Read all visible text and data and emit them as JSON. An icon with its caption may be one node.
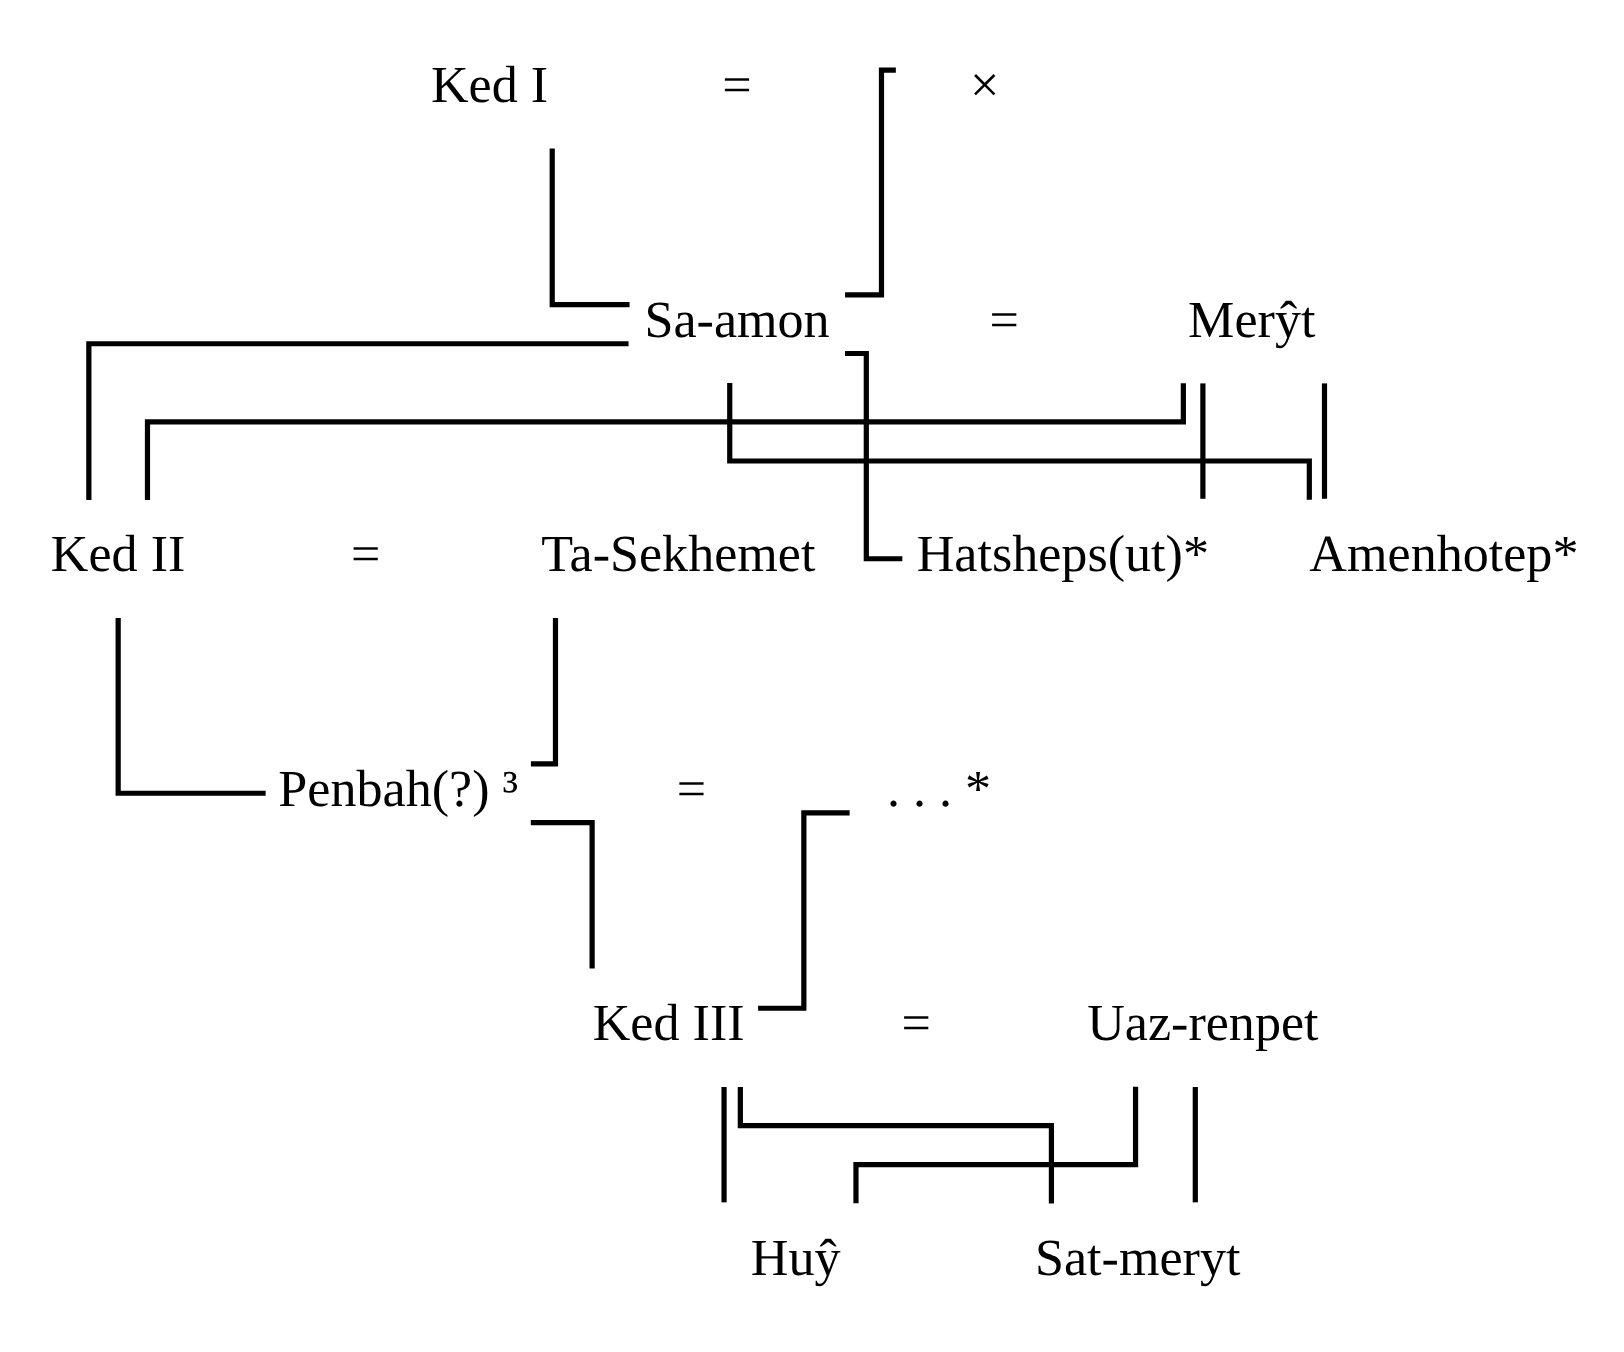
{
  "diagram": {
    "nodes": [
      {
        "text": [
          "Ked I"
        ]
      },
      {
        "text": [
          "×"
        ]
      },
      {
        "text": [
          "Sa-amon"
        ]
      },
      {
        "text": [
          "Merŷt"
        ]
      },
      {
        "text": [
          "Ked II"
        ]
      },
      {
        "text": [
          "Ta-Sekhemet"
        ]
      },
      {
        "text": [
          "Amenhotep*"
        ]
      },
      {
        "text": [
          "Hatsheps(ut)*"
        ]
      },
      {
        "text": [
          "Penbah(?) ³"
        ]
      },
      {
        "text": [
          ". . . *"
        ]
      },
      {
        "text": [
          "Ked III"
        ]
      },
      {
        "text": [
          "Uaz-renpet"
        ]
      },
      {
        "text": [
          "Huŷ"
        ]
      },
      {
        "text": [
          "Sat-meryt"
        ]
      }
    ],
    "edges": [
      {
        "from": 0,
        "to": 2,
        "arrow": "none"
      },
      {
        "from": 1,
        "to": 2,
        "arrow": "none"
      },
      {
        "from": 2,
        "to": 4,
        "arrow": "none"
      },
      {
        "from": 3,
        "to": 4,
        "arrow": "none"
      },
      {
        "from": 2,
        "to": 6,
        "arrow": "none"
      },
      {
        "from": 3,
        "to": 6,
        "arrow": "none"
      },
      {
        "from": 2,
        "to": 7,
        "arrow": "none"
      },
      {
        "from": 3,
        "to": 7,
        "arrow": "none"
      },
      {
        "from": 4,
        "to": 8,
        "arrow": "none"
      },
      {
        "from": 5,
        "to": 8,
        "arrow": "none"
      },
      {
        "from": 8,
        "to": 10,
        "arrow": "none"
      },
      {
        "from": 9,
        "to": 10,
        "arrow": "none"
      },
      {
        "from": 10,
        "to": 12,
        "arrow": "none"
      },
      {
        "from": 11,
        "to": 12,
        "arrow": "none"
      },
      {
        "from": 10,
        "to": 13,
        "arrow": "none"
      },
      {
        "from": 11,
        "to": 13,
        "arrow": "none"
      }
    ],
    "labels": [
      "=",
      "=",
      "=",
      "=",
      "="
    ]
  }
}
